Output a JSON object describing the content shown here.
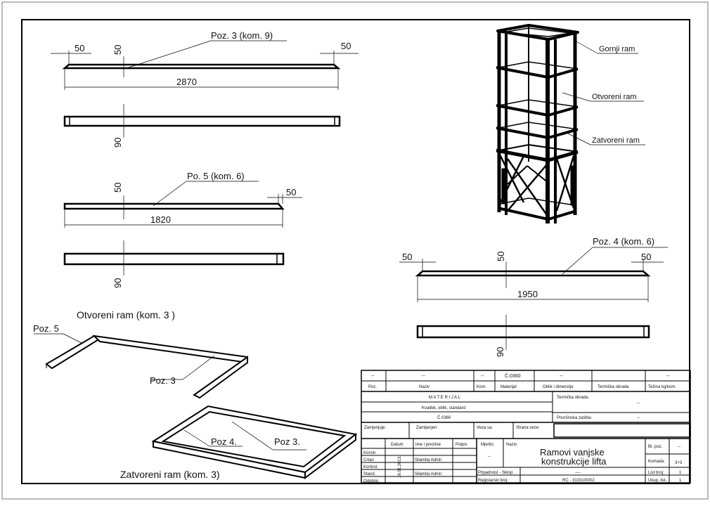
{
  "drawing": {
    "top_part": {
      "label": "Poz. 3 (kom. 9)",
      "length": "2870",
      "end_cut_left": "50",
      "end_cut_right": "50",
      "height": "50",
      "width": "90"
    },
    "mid_part": {
      "label": "Po. 5 (kom. 6)",
      "length": "1820",
      "end_cut": "50",
      "height": "50",
      "width": "90"
    },
    "right_part": {
      "label": "Poz. 4 (kom. 6)",
      "length": "1950",
      "end_cut_left": "50",
      "end_cut_right": "50",
      "height": "50",
      "width": "90"
    },
    "tower_callouts": [
      "Gornji ram",
      "Otvoreni ram",
      "Zatvoreni ram"
    ],
    "open_frame": {
      "title": "Otvoreni ram (kom. 3 )",
      "callout_a": "Poz. 5",
      "callout_b": "Poz. 3"
    },
    "closed_frame": {
      "title": "Zatvoreni ram (kom. 3)",
      "callout_a": "Poz 4.",
      "callout_b": "Poz 3."
    }
  },
  "title_block": {
    "parts_row": {
      "poz": "--",
      "naziv": "--",
      "kom": "--",
      "material": "Č.0360",
      "oblik": "--",
      "termicka": "",
      "tezina": "--"
    },
    "parts_header": {
      "poz": "Poz.",
      "naziv": "Naziv",
      "kom": "Kom.",
      "material": "Materijal",
      "oblik": "Oblik i dimenzije",
      "termicka": "Termička obrada",
      "tezina": "Težina kg/kom."
    },
    "material_title": "M A T E R I J A L",
    "material_sub": "Kvalitet, oblik, standard",
    "material_value": "Č.0360",
    "termicka_label": "Termička obrada:",
    "termicka_value": "--",
    "povrsinska_label": "Površinska zaštita:",
    "povrsinska_value": "--",
    "row_labels": {
      "zamjenjuje": "Zamjenjuje:",
      "zamijenjen": "Zamijenjen:",
      "veza": "Veza sa:",
      "strana": "Strana veze:"
    },
    "sig_header": {
      "datum": "Datum",
      "ime": "Ime i prezime",
      "potpis": "Potpis"
    },
    "roles": [
      "Konstr.",
      "Crtao",
      "Kontrol.",
      "Stand.",
      "Odobrio"
    ],
    "date": "16.01.2013.",
    "names": [
      "Silamita Admir",
      "Silamita Admir"
    ],
    "mjerilo_label": "Mjerilo:",
    "mjerilo_value": "--",
    "naziv_label": "Naziv:",
    "title_line1": "Ramovi vanjske",
    "title_line2": "konstrukcije lifta",
    "br_poz_label": "Br. poz.",
    "br_poz_value": "--",
    "komada_label": "Komada:",
    "komada_value": "3+3",
    "list_label": "List broj:",
    "list_value": "1",
    "ukup_label": "Ukup. list.:",
    "ukup_value": "1",
    "pripadnost_label": "Pripadnost - Sklop:",
    "pripadnost_value": "----",
    "registarski_label": "Registarski broj:",
    "registarski_value": "RC - 3103100/02"
  }
}
